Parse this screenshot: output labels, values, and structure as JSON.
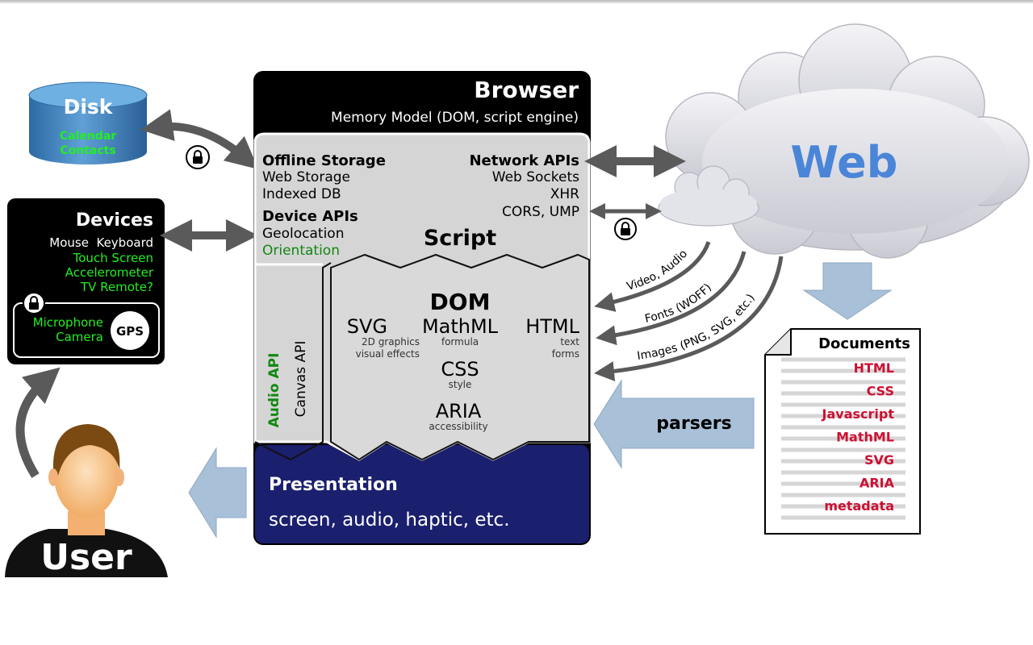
{
  "browser": {
    "title": "Browser",
    "subtitle": "Memory Model (DOM, script engine)"
  },
  "disk": {
    "title": "Disk",
    "items": [
      "Calendar",
      "Contacts"
    ]
  },
  "devices": {
    "title": "Devices",
    "items": [
      "Mouse  Keyboard",
      "Touch Screen",
      "Accelerometer",
      "TV Remote?"
    ],
    "secure_items": [
      "Microphone",
      "Camera"
    ],
    "gps_label": "GPS"
  },
  "web": {
    "title": "Web"
  },
  "script_panel": {
    "network_title": "Network APIs",
    "network_items": [
      "Web Sockets",
      "XHR",
      "CORS, UMP"
    ],
    "offline_title": "Offline Storage",
    "offline_items": [
      "Web Storage",
      "Indexed DB"
    ],
    "device_title": "Device APIs",
    "device_items": [
      "Geolocation",
      "Orientation"
    ],
    "script_label": "Script"
  },
  "dom_panel": {
    "title": "DOM",
    "html_label": "HTML",
    "html_sub": [
      "text",
      "forms"
    ],
    "mathml_label": "MathML",
    "mathml_sub": "formula",
    "svg_label": "SVG",
    "svg_sub": [
      "2D graphics",
      "visual effects"
    ],
    "css_label": "CSS",
    "css_sub": "style",
    "aria_label": "ARIA",
    "aria_sub": "accessibility"
  },
  "side_apis": {
    "canvas": "Canvas API",
    "audio": "Audio API"
  },
  "presentation": {
    "title": "Presentation",
    "subtitle": "screen, audio, haptic, etc."
  },
  "curved_labels": {
    "video": "Video, Audio",
    "fonts": "Fonts (WOFF)",
    "images": "Images (PNG, SVG, etc.)"
  },
  "parsers": {
    "label": "parsers"
  },
  "documents": {
    "title": "Documents",
    "items": [
      "HTML",
      "CSS",
      "Javascript",
      "MathML",
      "SVG",
      "ARIA",
      "metadata"
    ]
  },
  "user": {
    "label": "User"
  },
  "colors": {
    "bright_green": "#22ee22",
    "dark_green": "#118811",
    "doc_red": "#cc1133",
    "navy": "#1a1f6e",
    "arrow_gray": "#5a5a5a",
    "arrow_blue": "#a9c0d9"
  }
}
